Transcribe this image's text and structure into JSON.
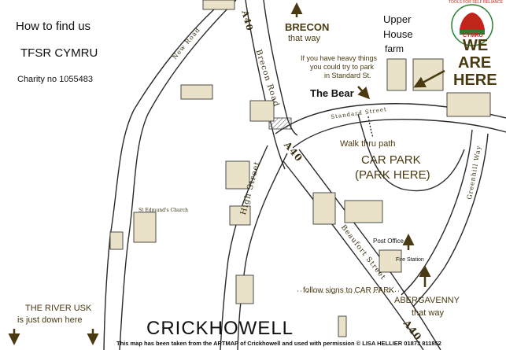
{
  "header": {
    "title": "How to find us",
    "org_name": "TFSR CYMRU",
    "charity": "Charity no 1055483"
  },
  "logo": {
    "ring_text": "TOOLS FOR SELF RELIANCE",
    "sub_text": "CYMRU"
  },
  "labels": {
    "brecon_line1": "BRECON",
    "brecon_line2": "that way",
    "upper_house_1": "Upper",
    "upper_house_2": "House",
    "upper_house_3": "farm",
    "we_are_1": "WE",
    "we_are_2": "ARE",
    "we_are_3": "HERE",
    "heavy_1": "If you have heavy things",
    "heavy_2": "you could try to park",
    "heavy_3": "in Standard St.",
    "the_bear": "The Bear",
    "walk_path": "Walk thru path",
    "car_park_1": "CAR PARK",
    "car_park_2": "(PARK HERE)",
    "post_office": "Post Office",
    "fire_station": "Fire Station",
    "follow_signs": "follow signs to CAR PARK",
    "abergavenny_1": "ABERGAVENNY",
    "abergavenny_2": "that way",
    "river_1": "THE RIVER USK",
    "river_2": "is just down here",
    "town": "CRICKHOWELL",
    "credit": "This map has been taken from the ARTMAP of Crickhowell and used with permission © LISA HELLIER 01873 811852"
  },
  "road_names": {
    "a40_north": "A40",
    "brecon_road": "Brecon Road",
    "a40_center": "A40",
    "high_street": "High Street",
    "beaufort_street": "Beaufort Street",
    "a40_south": "A40",
    "new_road": "New Road",
    "standard_street": "Standard Street",
    "greenhill_way": "Greenhill Way",
    "church": "St Edmund's Church"
  },
  "colors": {
    "label_brown": "#4a3a12",
    "road_line": "#2a2a2a",
    "building_fill": "#e9e2c8",
    "logo_red": "#c0241b",
    "logo_green": "#2e7d32"
  }
}
